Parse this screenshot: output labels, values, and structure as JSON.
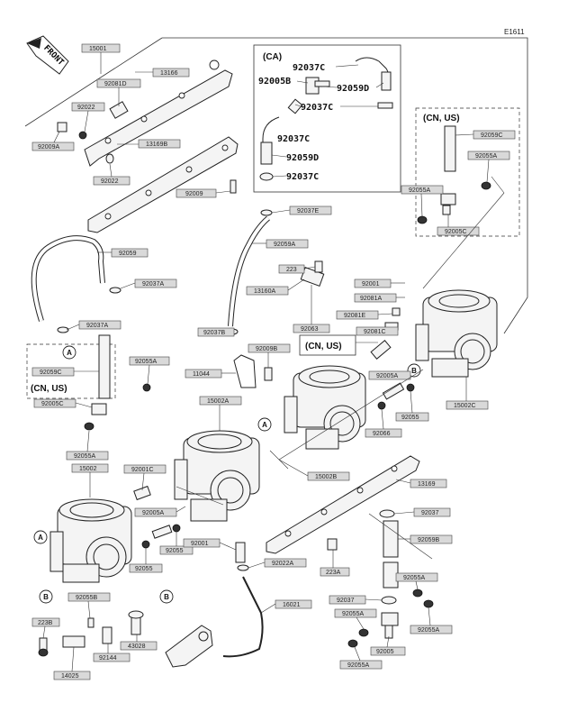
{
  "page_code": "E1611",
  "front_label": "FRONT",
  "region_ca": "(CA)",
  "region_cn_us": "(CN, US)",
  "refs": [
    "A",
    "B"
  ],
  "labels": {
    "l15001": "15001",
    "l92081d": "92081D",
    "l13166": "13166",
    "l92022": "92022",
    "l92009a": "92009A",
    "l13169b": "13169B",
    "l92022b": "92022",
    "l92009": "92009",
    "l92059": "92059",
    "l92037a1": "92037A",
    "l92037a2": "92037A",
    "l92059c1": "92059C",
    "l92005c1": "92005C",
    "l92055a1": "92055A",
    "l15002": "15002",
    "l92037b": "92037B",
    "l92059a": "92059A",
    "l92037e": "92037E",
    "l223": "223",
    "l13160a": "13160A",
    "l92063": "92063",
    "l92001": "92001",
    "l92081a": "92081A",
    "l92081e": "92081E",
    "l92081c": "92081C",
    "l92009b": "92009B",
    "l11044": "11044",
    "l92055a2": "92055A",
    "l15002a": "15002A",
    "l92005a1": "92005A",
    "l92055": "92055",
    "l15002c": "15002C",
    "l92066": "92066",
    "l15002b": "15002B",
    "l13169": "13169",
    "l92001c": "92001C",
    "l92005a2": "92005A",
    "l92055b": "92055",
    "l92001b": "92001",
    "l92055c": "92055",
    "l92022a": "92022A",
    "l223a": "223A",
    "l92037": "92037",
    "l92059b": "92059B",
    "l92055a3": "92055A",
    "l16021": "16021",
    "l92037d": "92037",
    "l92055a4": "92055A",
    "l92055a5": "92055A",
    "l92005": "92005",
    "l92055a6": "92055A",
    "l92055b2": "92055B",
    "l223b": "223B",
    "l43028": "43028",
    "l92144": "92144",
    "l14025": "14025",
    "l92059c2": "92059C",
    "l92055a7": "92055A",
    "l92005c2": "92005C",
    "ca_92037c1": "92037C",
    "ca_92005b": "92005B",
    "ca_92059d1": "92059D",
    "ca_92037c2": "92037C",
    "ca_92037c3": "92037C",
    "ca_92059d2": "92059D",
    "ca_92037c4": "92037C"
  }
}
